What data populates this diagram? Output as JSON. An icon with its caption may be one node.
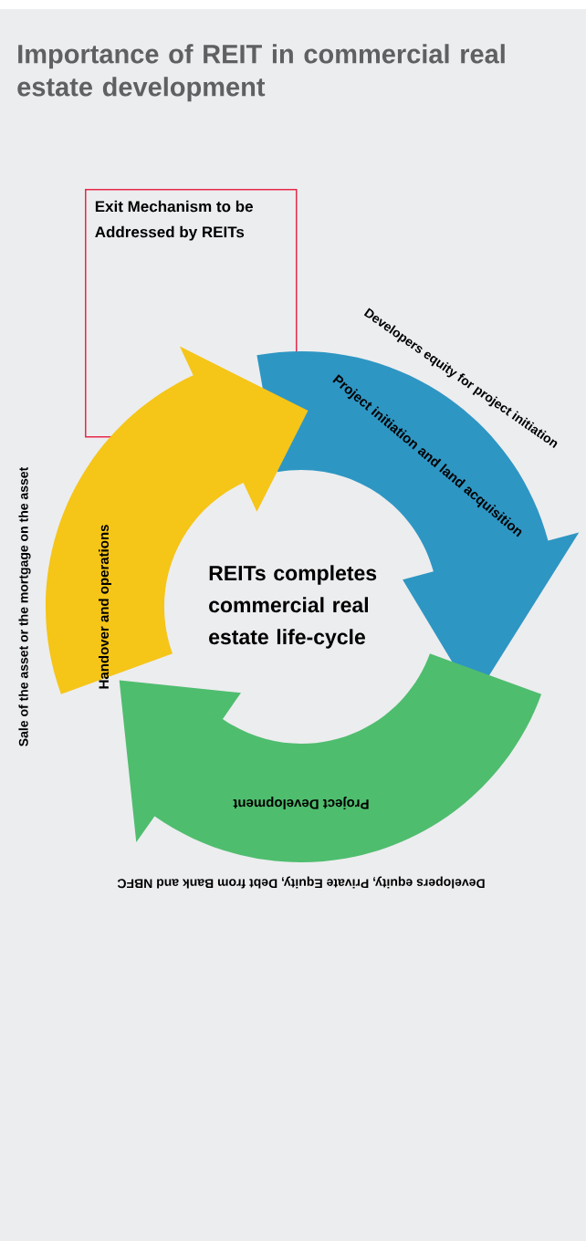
{
  "diagram": {
    "title": "Importance of REIT in commercial real estate development",
    "nodes": [
      {
        "text": [
          "Exit Mechanism to be Addressed by REITs"
        ]
      },
      {
        "text": [
          "Project initiation and land acquisition"
        ],
        "beside": [
          "Developers equity for project initiation"
        ]
      },
      {
        "text": [
          "Project Development"
        ],
        "beside": [
          "Developers equity, Private Equity, Debt from Bank and NBFC"
        ]
      },
      {
        "text": [
          "Handover and operations"
        ],
        "beside": [
          "Sale of the asset or the mortgage on the asset"
        ]
      }
    ],
    "labels": [
      "REITs completes commercial real estate life-cycle"
    ]
  }
}
